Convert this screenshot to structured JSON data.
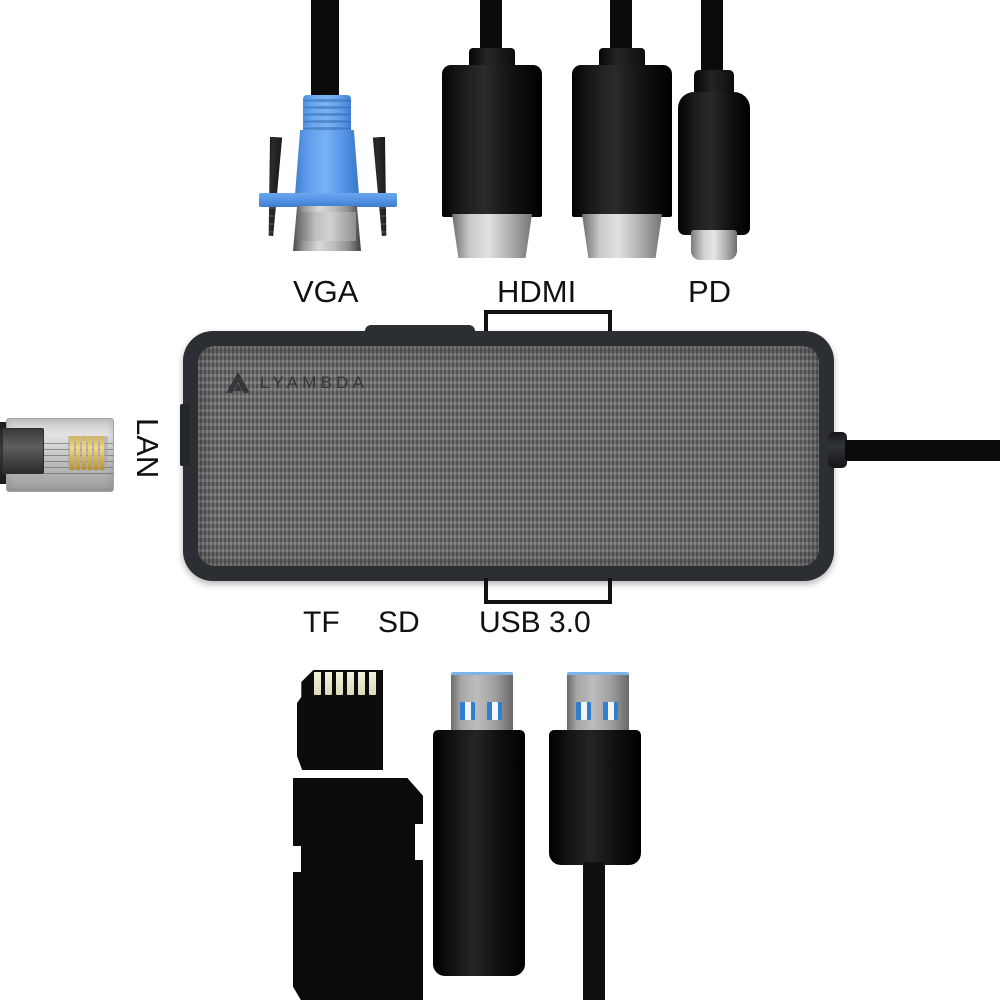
{
  "diagram": {
    "title": "LYAMBDA multiport USB-C hub connection diagram",
    "brand": "LYAMBDA",
    "brand_mark": "triangle-logo-icon",
    "background_color": "#ffffff",
    "device": {
      "name": "usb-c-hub",
      "shell_color": "#2b2e33",
      "face_color": "#6b6b6b",
      "face_texture": "woven-fabric"
    },
    "ports": [
      {
        "id": "vga",
        "label": "VGA",
        "position": "top",
        "connector": "vga-db15-connector",
        "connector_color": "#5d9ae8",
        "bracket": false
      },
      {
        "id": "hdmi",
        "label": "HDMI",
        "position": "top",
        "connector": "hdmi-connector",
        "connector_color": "#0d0d0d",
        "count": 2,
        "bracket": true,
        "bracket_direction": "down"
      },
      {
        "id": "pd",
        "label": "PD",
        "position": "top",
        "connector": "usb-c-connector",
        "connector_color": "#0d0d0d",
        "bracket": false
      },
      {
        "id": "lan",
        "label": "LAN",
        "position": "left",
        "connector": "rj45-connector",
        "connector_color": "#c8c8c8",
        "rotated": true,
        "bracket": false
      },
      {
        "id": "tf",
        "label": "TF",
        "position": "bottom",
        "connector": "microsd-card",
        "connector_color": "#0c0c0c",
        "bracket": false
      },
      {
        "id": "sd",
        "label": "SD",
        "position": "bottom",
        "connector": "sd-card",
        "connector_color": "#0b0b0b",
        "bracket": false
      },
      {
        "id": "usb3",
        "label": "USB 3.0",
        "position": "bottom",
        "connector": "usb-a-connector",
        "connector_color": "#bdbdbd",
        "accent_color": "#2f7fd0",
        "count": 2,
        "bracket": true,
        "bracket_direction": "up"
      }
    ],
    "cable": {
      "name": "host-cable",
      "exit_side": "right",
      "color": "#0b0b0b"
    }
  }
}
